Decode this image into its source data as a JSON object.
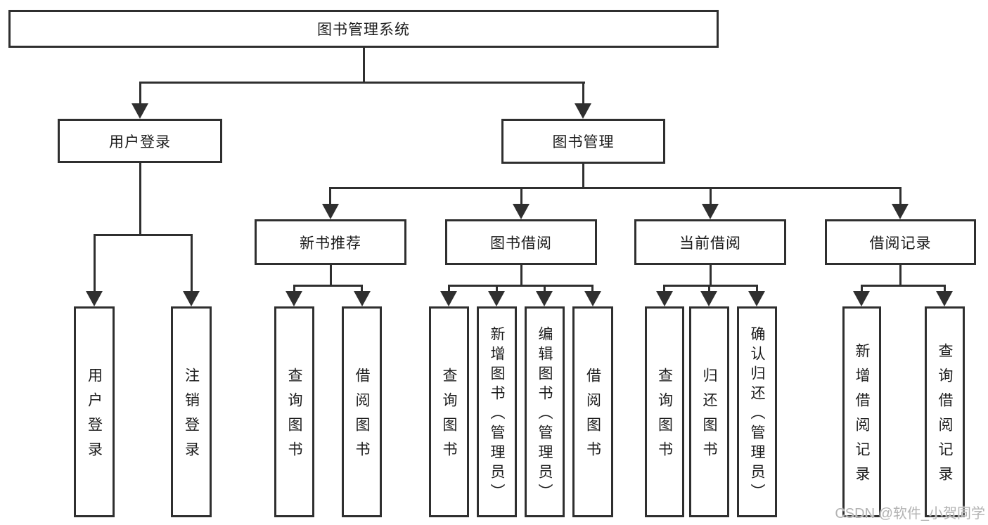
{
  "diagram": {
    "root": {
      "label": "图书管理系统"
    },
    "level2": [
      {
        "id": "user-login",
        "label": "用户登录",
        "parent": "图书管理系统"
      },
      {
        "id": "book-management",
        "label": "图书管理",
        "parent": "图书管理系统"
      }
    ],
    "level3": [
      {
        "id": "new-book-recommend",
        "label": "新书推荐",
        "parent": "图书管理"
      },
      {
        "id": "book-borrowing",
        "label": "图书借阅",
        "parent": "图书管理"
      },
      {
        "id": "current-borrowing",
        "label": "当前借阅",
        "parent": "图书管理"
      },
      {
        "id": "borrowing-records",
        "label": "借阅记录",
        "parent": "图书管理"
      }
    ],
    "leaves": [
      {
        "id": "leaf-user-login",
        "label": "用户登录",
        "parent": "用户登录"
      },
      {
        "id": "leaf-logout",
        "label": "注销登录",
        "parent": "用户登录"
      },
      {
        "id": "leaf-query-book-recommend",
        "label": "查询图书",
        "parent": "新书推荐"
      },
      {
        "id": "leaf-borrow-book-recommend",
        "label": "借阅图书",
        "parent": "新书推荐"
      },
      {
        "id": "leaf-query-book-borrowing",
        "label": "查询图书",
        "parent": "图书借阅"
      },
      {
        "id": "leaf-add-book-admin",
        "label": "新增图书（管理员）",
        "parent": "图书借阅"
      },
      {
        "id": "leaf-edit-book-admin",
        "label": "编辑图书（管理员）",
        "parent": "图书借阅"
      },
      {
        "id": "leaf-borrow-book-borrowing",
        "label": "借阅图书",
        "parent": "图书借阅"
      },
      {
        "id": "leaf-query-book-current",
        "label": "查询图书",
        "parent": "当前借阅"
      },
      {
        "id": "leaf-return-book",
        "label": "归还图书",
        "parent": "当前借阅"
      },
      {
        "id": "leaf-confirm-return-admin",
        "label": "确认归还（管理员）",
        "parent": "当前借阅"
      },
      {
        "id": "leaf-add-borrow-record",
        "label": "新增借阅记录",
        "parent": "借阅记录"
      },
      {
        "id": "leaf-query-borrow-record",
        "label": "查询借阅记录",
        "parent": "借阅记录"
      }
    ],
    "watermark": "CSDN @软件_小贺同学",
    "colors": {
      "line": "#2f2f2f",
      "text": "#1c1c1c",
      "background": "#ffffff",
      "watermark": "#b3b3b3"
    }
  }
}
